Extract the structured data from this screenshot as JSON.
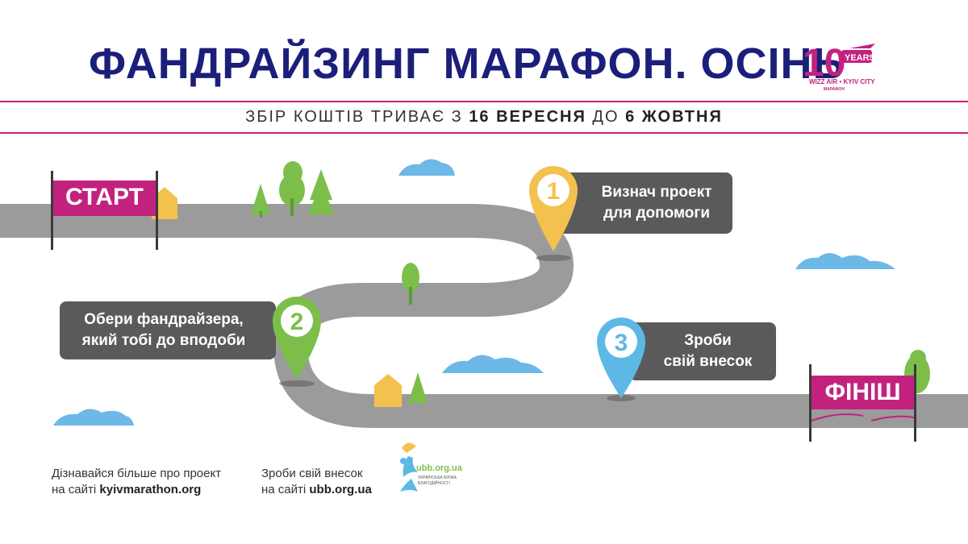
{
  "header": {
    "title": "ФАНДРАЙЗИНГ МАРАФОН. ОСІНЬ",
    "subtitle_prefix": "ЗБІР КОШТІВ ТРИВАЄ З ",
    "subtitle_date_start": "16 ВЕРЕСНЯ",
    "subtitle_middle": " ДО ",
    "subtitle_date_end": "6 ЖОВТНЯ"
  },
  "logo": {
    "number": "10",
    "years": "YEARS",
    "line1": "WIZZ AIR • KYIV CITY",
    "line2": "МАРАФОН"
  },
  "flags": {
    "start": "СТАРТ",
    "finish": "ФІНІШ"
  },
  "steps": [
    {
      "number": "1",
      "line1": "Визнач проект",
      "line2": "для допомоги"
    },
    {
      "number": "2",
      "line1": "Обери фандрайзера,",
      "line2": "який тобі до вподоби"
    },
    {
      "number": "3",
      "line1": "Зроби",
      "line2": "свій внесок"
    }
  ],
  "footer": {
    "left_line1": "Дізнавайся більше про проект",
    "left_prefix": "на сайті ",
    "left_link": "kyivmarathon.org",
    "right_line1": "Зроби свій внесок",
    "right_prefix": "на сайті ",
    "right_link": "ubb.org.ua"
  },
  "ubb_logo": {
    "domain": "ubb.org.ua",
    "caption1": "УКРАЇНСЬКА БІРЖА",
    "caption2": "БЛАГОДІЙНОСТІ"
  },
  "colors": {
    "navy": "#1b1f7a",
    "magenta": "#c2227e",
    "road": "#9b9b9b",
    "panel": "#5a5a5a",
    "pin1": "#f2c14e",
    "pin2": "#7bbf4a",
    "pin3": "#5eb8e6",
    "cloud": "#6cb8e6",
    "tree": "#7bbf4a"
  }
}
